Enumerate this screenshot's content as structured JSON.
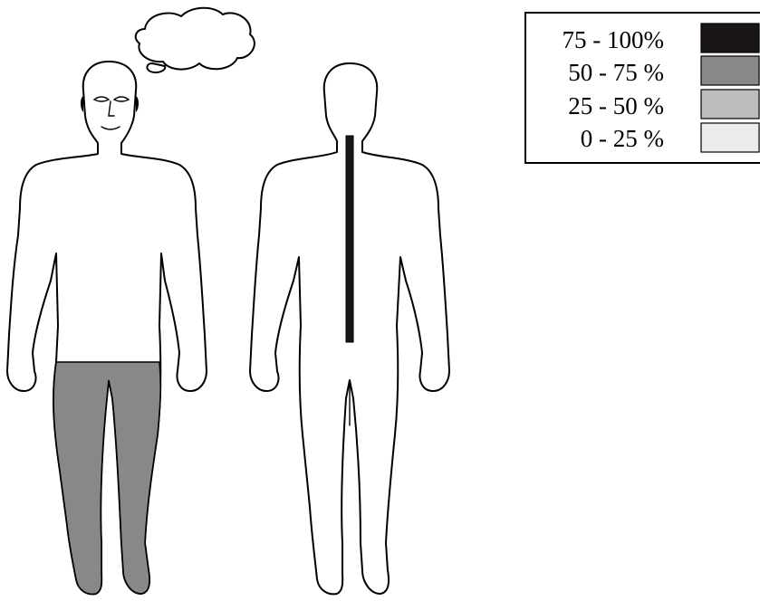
{
  "legend": {
    "entries": [
      {
        "label": "75 - 100%",
        "color": "#1a1617"
      },
      {
        "label": "50 -  75 %",
        "color": "#888888"
      },
      {
        "label": "25 -  50 %",
        "color": "#bdbdbd"
      },
      {
        "label": "0 -  25 %",
        "color": "#ebebeb"
      }
    ]
  },
  "figures": {
    "front": {
      "view": "front",
      "thought_bubble": true,
      "shaded_region": "legs",
      "shaded_level": "50 - 75 %"
    },
    "back": {
      "view": "back",
      "shaded_region": "spine",
      "shaded_level": "75 - 100%"
    }
  }
}
